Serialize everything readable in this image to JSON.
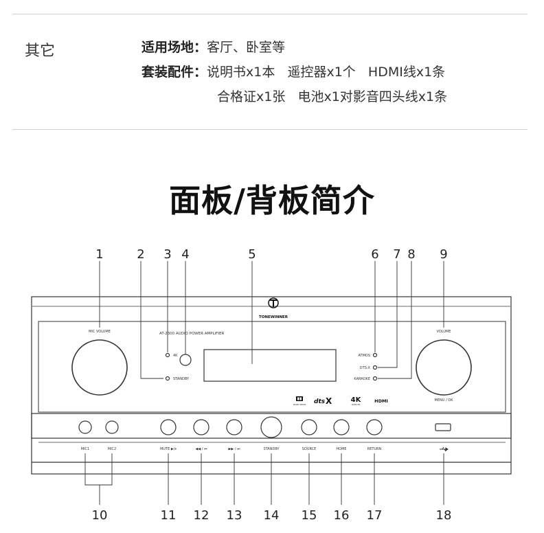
{
  "other": {
    "label": "其它",
    "venue_key": "适用场地：",
    "venue_val": "客厅、卧室等",
    "pkg_key": "套装配件：",
    "pkg_line1": "说明书x1本   遥控器x1个   HDMI线x1条",
    "pkg_line2": "合格证x1张   电池x1对影音四头线x1条"
  },
  "title": "面板/背板简介",
  "panel": {
    "brand": "TONEWINNER",
    "model": "AT-2300 AUDIO POWER AMPLIFIER",
    "mic_volume": "MIC VOLUME",
    "volume": "VOLUME",
    "menu_ok": "MENU / OK",
    "ind_4k": "4K",
    "ind_standby": "STANDBY",
    "ind_atmos": "ATMOS",
    "ind_dtsx": "DTS:X",
    "ind_karaoke": "KARAOKE",
    "logo_dolby": "DOLBY ATMOS",
    "logo_dts": "dts",
    "logo_dts_x": "X",
    "logo_4k": "4K",
    "logo_4k_sub": "ULTRA HD",
    "logo_hdmi": "HDMI",
    "btn_mic1": "MIC1",
    "btn_mic2": "MIC2",
    "btn_mute": "MUTE ▶/⏸",
    "btn_prev": "◀◀ / ⏮",
    "btn_next": "▶▶ / ⏭",
    "btn_standby": "STANDBY",
    "btn_source": "SOURCE",
    "btn_home": "HOME",
    "btn_return": "RETURN",
    "usb_icon": "usb-icon"
  },
  "callouts_top": [
    "1",
    "2",
    "3",
    "4",
    "5",
    "6",
    "7",
    "8",
    "9"
  ],
  "callouts_bottom": [
    "10",
    "11",
    "12",
    "13",
    "14",
    "15",
    "16",
    "17",
    "18"
  ]
}
